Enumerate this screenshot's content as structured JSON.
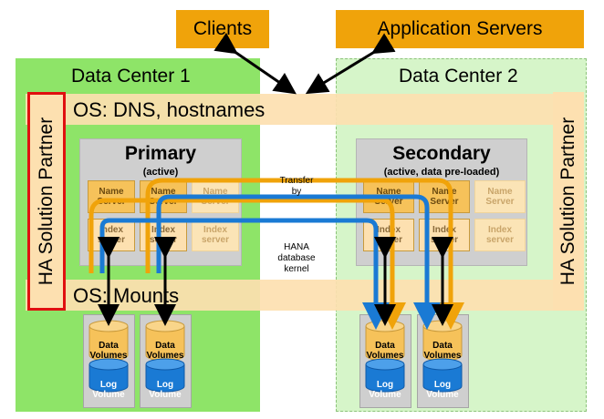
{
  "top": {
    "clients": "Clients",
    "app_servers": "Application Servers"
  },
  "dc1": {
    "title": "Data Center 1"
  },
  "dc2": {
    "title": "Data Center 2"
  },
  "bands": {
    "dns": "OS: DNS, hostnames",
    "mounts": "OS: Mounts"
  },
  "ha": {
    "left": "HA Solution Partner",
    "right": "HA Solution Partner"
  },
  "primary": {
    "title": "Primary",
    "status": "(active)",
    "services": [
      "Name Server",
      "Name Server",
      "Name Server",
      "Index server",
      "Index server",
      "Index server"
    ]
  },
  "secondary": {
    "title": "Secondary",
    "status": "(active, data pre-loaded)",
    "services": [
      "Name Server",
      "Name Server",
      "Name Server",
      "Index server",
      "Index server",
      "Index server"
    ]
  },
  "notes": {
    "transfer": [
      "Transfer",
      "by"
    ],
    "kernel": [
      "HANA",
      "database",
      "kernel"
    ]
  },
  "storage": {
    "data": "Data Volumes",
    "log": "Log Volume"
  },
  "colors": {
    "orange": "#f0a30a",
    "blue": "#1a7ad4",
    "highlight": "#e01010"
  }
}
